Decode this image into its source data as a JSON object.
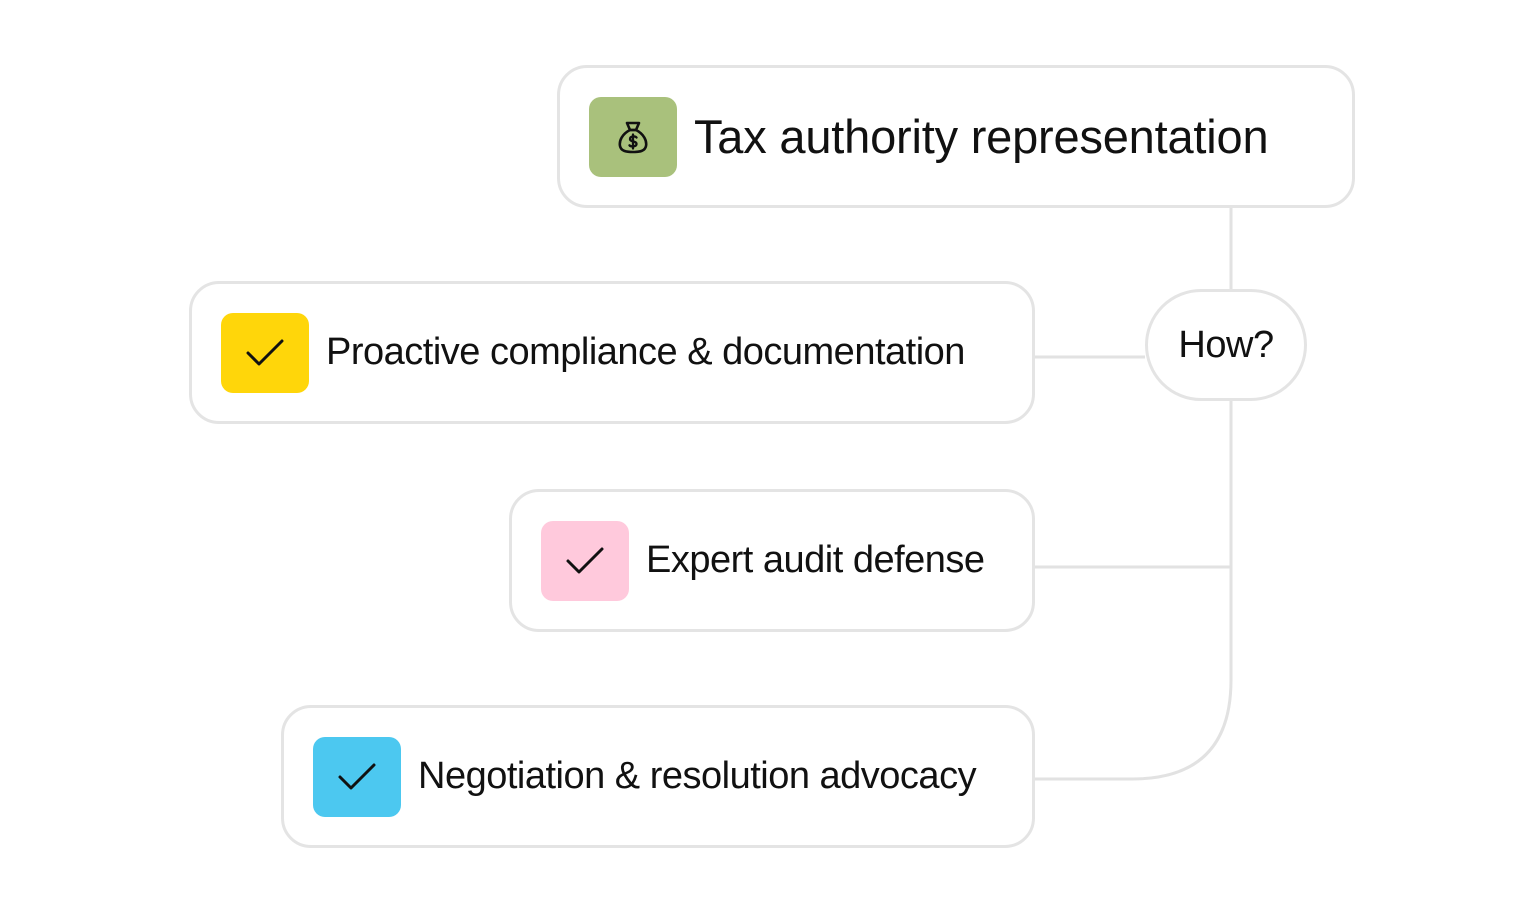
{
  "root": {
    "title": "Tax authority representation",
    "icon": "money-bag-icon",
    "icon_bg": "#a9c17c"
  },
  "connector_label": "How?",
  "steps": [
    {
      "label": "Proactive compliance & documentation",
      "icon": "checkmark-icon",
      "icon_bg": "#ffd60a"
    },
    {
      "label": "Expert audit defense",
      "icon": "checkmark-icon",
      "icon_bg": "#ffc9dc"
    },
    {
      "label": "Negotiation & resolution advocacy",
      "icon": "checkmark-icon",
      "icon_bg": "#4cc8f0"
    }
  ],
  "colors": {
    "border": "#e4e4e4",
    "connector": "#e2e2e2",
    "text": "#111111"
  }
}
